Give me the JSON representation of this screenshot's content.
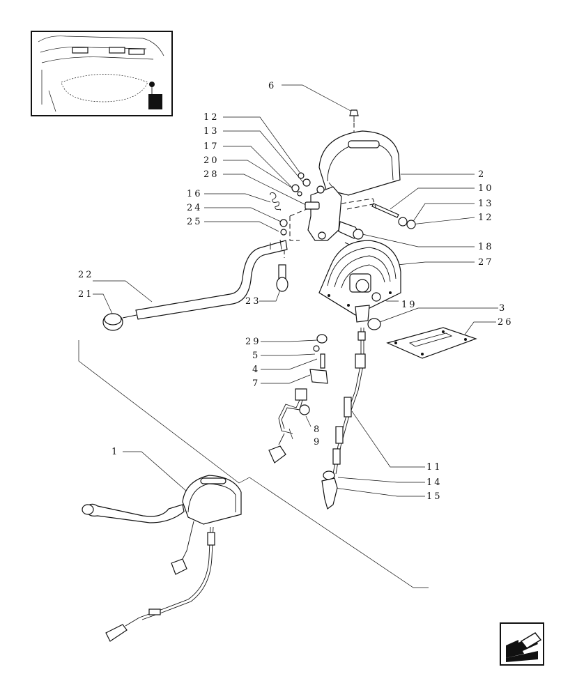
{
  "callouts": [
    {
      "id": "c1",
      "text": "1"
    },
    {
      "id": "c2",
      "text": "2"
    },
    {
      "id": "c3",
      "text": "3"
    },
    {
      "id": "c4",
      "text": "4"
    },
    {
      "id": "c5",
      "text": "5"
    },
    {
      "id": "c6",
      "text": "6"
    },
    {
      "id": "c7",
      "text": "7"
    },
    {
      "id": "c8",
      "text": "8"
    },
    {
      "id": "c9",
      "text": "9"
    },
    {
      "id": "c10",
      "text": "10"
    },
    {
      "id": "c11",
      "text": "11"
    },
    {
      "id": "c12a",
      "text": "12"
    },
    {
      "id": "c12b",
      "text": "12"
    },
    {
      "id": "c13a",
      "text": "13"
    },
    {
      "id": "c13b",
      "text": "13"
    },
    {
      "id": "c14",
      "text": "14"
    },
    {
      "id": "c15",
      "text": "15"
    },
    {
      "id": "c16",
      "text": "16"
    },
    {
      "id": "c17",
      "text": "17"
    },
    {
      "id": "c18",
      "text": "18"
    },
    {
      "id": "c19",
      "text": "19"
    },
    {
      "id": "c20",
      "text": "20"
    },
    {
      "id": "c21",
      "text": "21"
    },
    {
      "id": "c22",
      "text": "22"
    },
    {
      "id": "c23",
      "text": "23"
    },
    {
      "id": "c24",
      "text": "24"
    },
    {
      "id": "c25",
      "text": "25"
    },
    {
      "id": "c26",
      "text": "26"
    },
    {
      "id": "c27",
      "text": "27"
    },
    {
      "id": "c28",
      "text": "28"
    },
    {
      "id": "c29",
      "text": "29"
    }
  ],
  "icons": {
    "location_inset": "tractor-location-icon",
    "nav": "back-arrow-icon"
  }
}
